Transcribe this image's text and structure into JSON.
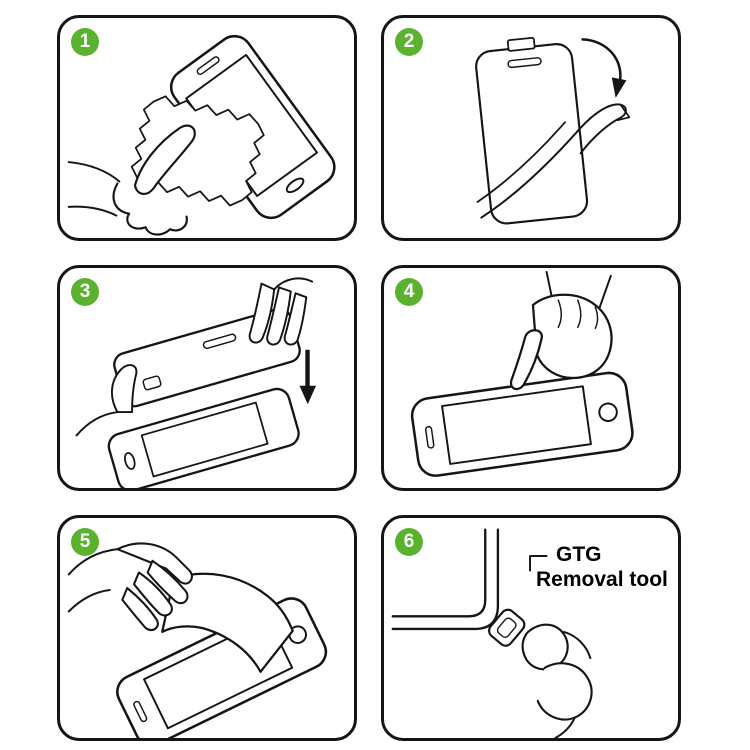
{
  "colors": {
    "badge_green": "#5bb22e",
    "line": "#151515",
    "background": "#ffffff"
  },
  "steps": [
    {
      "number": "1",
      "illustration": "wipe-screen-with-cloth"
    },
    {
      "number": "2",
      "illustration": "peel-backing-film"
    },
    {
      "number": "3",
      "illustration": "align-glass-and-lower"
    },
    {
      "number": "4",
      "illustration": "press-center-of-screen"
    },
    {
      "number": "5",
      "illustration": "squeegee-out-bubbles"
    },
    {
      "number": "6",
      "illustration": "gtg-removal-tool",
      "labels": {
        "line1": "GTG",
        "line2": "Removal tool"
      }
    }
  ]
}
